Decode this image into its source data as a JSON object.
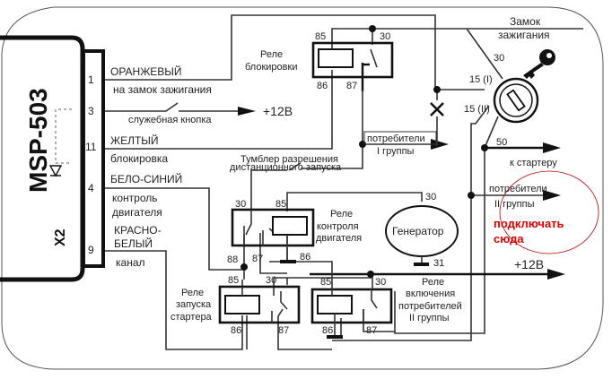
{
  "module": {
    "name": "MSP-503",
    "connector": "X2",
    "pins": [
      {
        "num": "1",
        "wire": "ОРАНЖЕВЫЙ",
        "desc": "на замок зажигания"
      },
      {
        "num": "3",
        "wire": "",
        "desc": "служебная кнопка"
      },
      {
        "num": "11",
        "wire": "ЖЕЛТЫЙ",
        "desc": "блокировка"
      },
      {
        "num": "4",
        "wire": "БЕЛО-СИНИЙ",
        "desc_line1": "контроль",
        "desc_line2": "двигателя"
      },
      {
        "num": "9",
        "wire_line1": "КРАСНО-",
        "wire_line2": "БЕЛЫЙ",
        "desc": "канал"
      }
    ]
  },
  "labels": {
    "plus12_top": "+12В",
    "plus12_bottom": "+12В",
    "consumers1_line1": "потребители",
    "consumers1_line2": "I   группы",
    "toggle_line1": "Тумблер разрешения",
    "toggle_line2": "дистанционного  запуска",
    "to_starter": "к стартеру",
    "consumers2_line1": "потребители",
    "consumers2_line2": "II  группы",
    "annotation_line1": "подключать",
    "annotation_line2": "сюда",
    "ignition_line1": "Замок",
    "ignition_line2": "зажигания",
    "generator": "Генератор"
  },
  "ignition_terminals": {
    "t30": "30",
    "t15_1": "15 (I)",
    "t15_2": "15 (II)",
    "t50": "50"
  },
  "generator_terminals": {
    "t30": "30",
    "t31": "31"
  },
  "relays": {
    "block": {
      "line1": "Реле",
      "line2": "блокировки",
      "p85": "85",
      "p30": "30",
      "p86": "86",
      "p87": "87"
    },
    "engine": {
      "line1": "Реле",
      "line2": "контроля",
      "line3": "двигателя",
      "p30": "30",
      "p85": "85",
      "p86": "86",
      "p87": "87",
      "p88": "88"
    },
    "starter": {
      "line1": "Реле",
      "line2": "запуска",
      "line3": "стартера",
      "p85": "85",
      "p30": "30",
      "p86": "86",
      "p87": "87"
    },
    "consumers": {
      "line1": "Реле",
      "line2": "включения",
      "line3": "потребителей",
      "line4": "II группы",
      "p85": "85",
      "p30": "30",
      "p86": "86",
      "p87": "87"
    }
  },
  "colors": {
    "annotation": "#e00000",
    "wire": "#333333"
  }
}
